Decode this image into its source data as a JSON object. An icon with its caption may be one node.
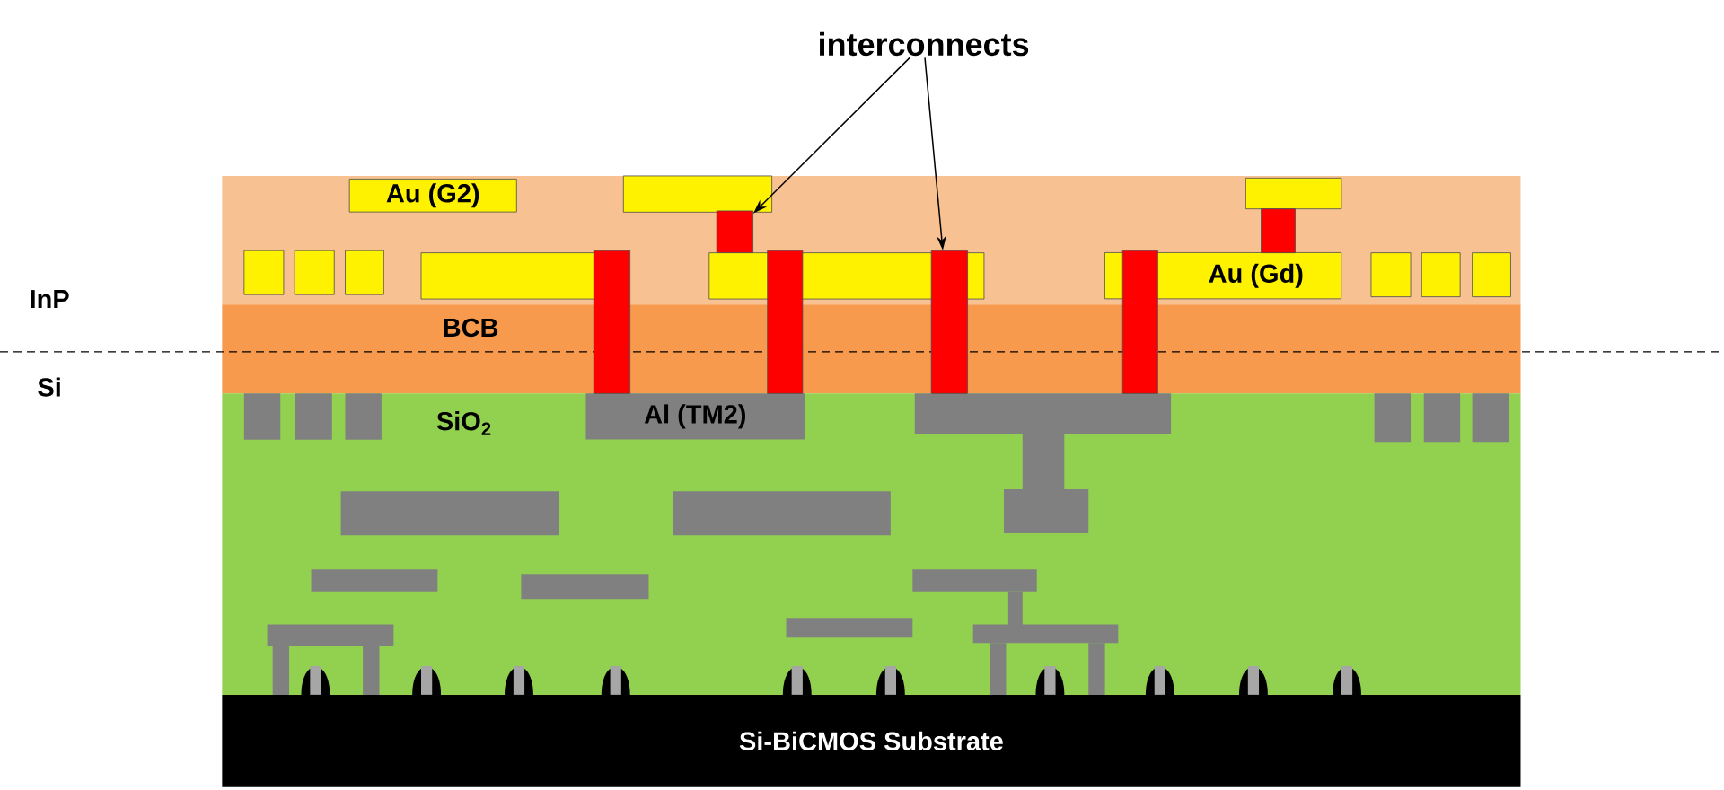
{
  "diagram": {
    "nodes": [
      {
        "text": [
          "interconnects"
        ]
      },
      {
        "text": [],
        "shape": "box"
      },
      {
        "text": [
          "Au (G2)"
        ],
        "in": 1
      },
      {
        "text": [],
        "shape": "box",
        "in": 1
      },
      {
        "text": [],
        "shape": "bar"
      },
      {
        "text": [
          "Au (Gd)"
        ],
        "in": 1
      },
      {
        "text": [
          "BCB"
        ]
      },
      {
        "text": [
          "SiO$_{2}$"
        ]
      },
      {
        "text": [
          "Al (TM2)"
        ],
        "in": 7
      },
      {
        "text": [
          "Si-BiCMOS Substrate"
        ]
      }
    ],
    "edges": [
      {
        "from": 0,
        "to": 3,
        "arrow": "to"
      },
      {
        "from": 0,
        "to": 4,
        "arrow": "to"
      }
    ],
    "labels": [
      "InP",
      "Si"
    ]
  }
}
